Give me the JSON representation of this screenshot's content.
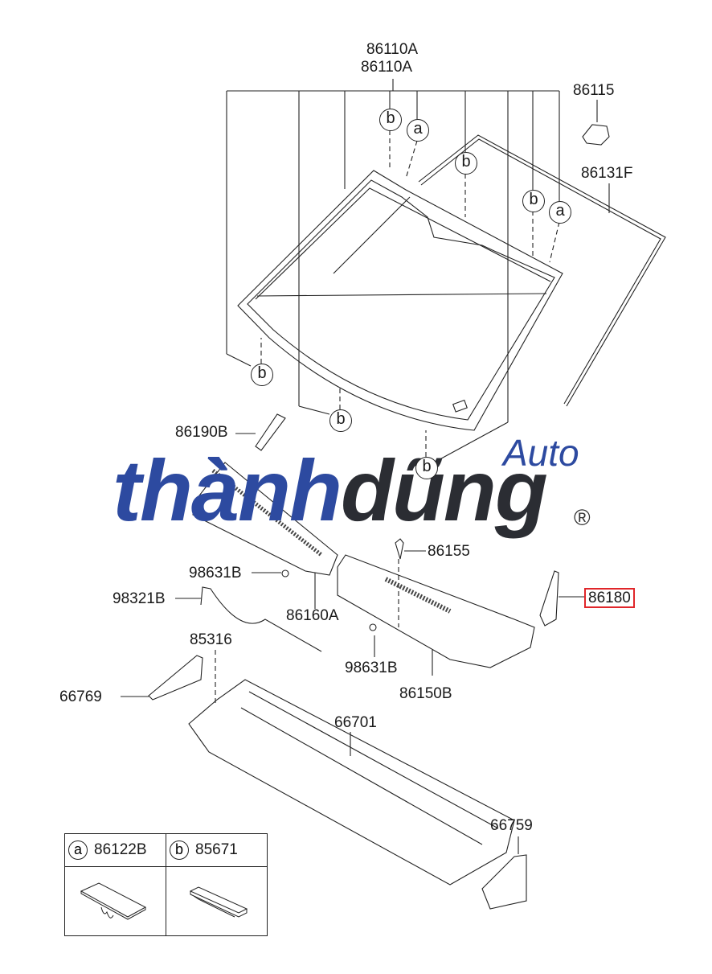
{
  "diagram": {
    "type": "exploded parts diagram",
    "subject": "Windshield glass, cowl panel and cowl top cover assembly",
    "part_labels": [
      {
        "id": "86110A_1",
        "text": "86110A"
      },
      {
        "id": "86110A_2",
        "text": "86110A"
      },
      {
        "id": "86115",
        "text": "86115"
      },
      {
        "id": "86131F",
        "text": "86131F"
      },
      {
        "id": "86190B",
        "text": "86190B"
      },
      {
        "id": "86155",
        "text": "86155"
      },
      {
        "id": "98631B_1",
        "text": "98631B"
      },
      {
        "id": "98321B",
        "text": "98321B"
      },
      {
        "id": "86160A",
        "text": "86160A"
      },
      {
        "id": "86180",
        "text": "86180",
        "highlighted": true
      },
      {
        "id": "85316",
        "text": "85316"
      },
      {
        "id": "98631B_2",
        "text": "98631B"
      },
      {
        "id": "86150B",
        "text": "86150B"
      },
      {
        "id": "66769",
        "text": "66769"
      },
      {
        "id": "66701",
        "text": "66701"
      },
      {
        "id": "66759",
        "text": "66759"
      }
    ],
    "callouts": [
      "b",
      "a",
      "b",
      "b",
      "a",
      "b",
      "b",
      "b"
    ],
    "highlight_color": "#e0262a",
    "legend": [
      {
        "symbol": "a",
        "part_number": "86122B"
      },
      {
        "symbol": "b",
        "part_number": "85671"
      }
    ]
  },
  "watermark": {
    "word1": "thành",
    "word2": "dũng",
    "suffix": "Auto",
    "registered": "®",
    "colors": {
      "blue": "#2d4aa0",
      "dark": "#2b2d33"
    }
  }
}
